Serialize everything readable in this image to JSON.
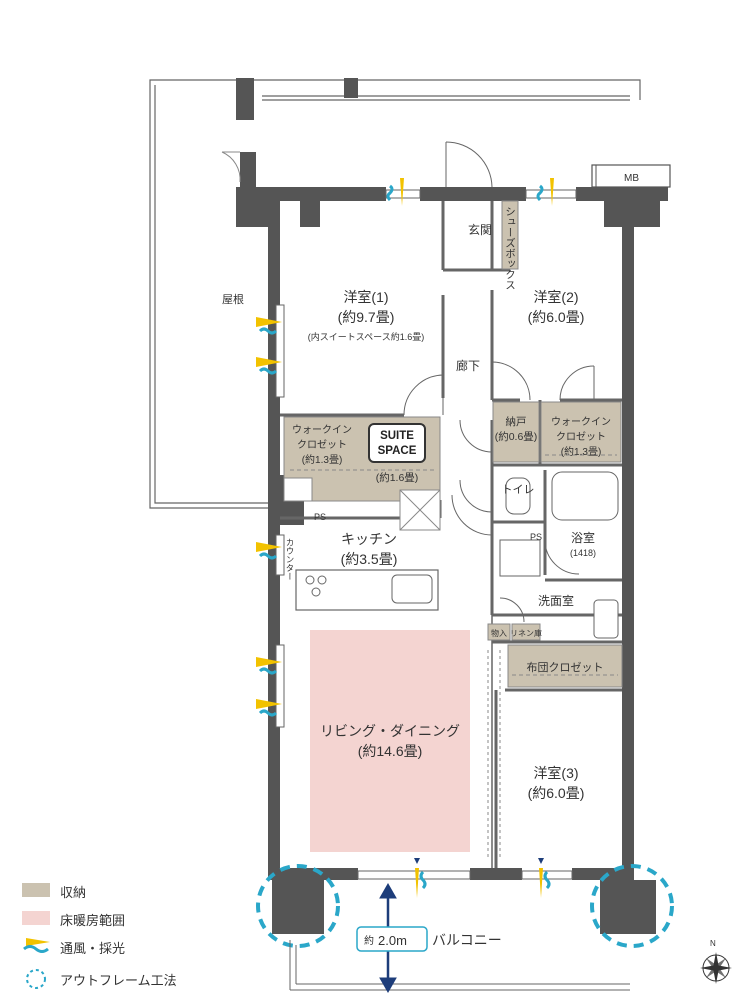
{
  "rooms": {
    "western1": {
      "name": "洋室(1)",
      "size": "(約9.7畳)",
      "note": "(内スイートスペース約1.6畳)"
    },
    "western2": {
      "name": "洋室(2)",
      "size": "(約6.0畳)"
    },
    "western3": {
      "name": "洋室(3)",
      "size": "(約6.0畳)"
    },
    "living": {
      "name": "リビング・ダイニング",
      "size": "(約14.6畳)"
    },
    "kitchen": {
      "name": "キッチン",
      "size": "(約3.5畳)"
    },
    "entrance": "玄関",
    "hallway": "廊下",
    "shoe_box": "シューズボックス",
    "wic1": {
      "name1": "ウォークイン",
      "name2": "クロゼット",
      "size": "(約1.3畳)"
    },
    "suite_space": {
      "line1": "SUITE",
      "line2": "SPACE",
      "size": "(約1.6畳)"
    },
    "storage": {
      "name": "納戸",
      "size": "(約0.6畳)"
    },
    "wic2": {
      "name1": "ウォークイン",
      "name2": "クロゼット",
      "size": "(約1.3畳)"
    },
    "toilet": "トイレ",
    "bath": {
      "name": "浴室",
      "size": "(1418)"
    },
    "washroom": "洗面室",
    "mono_ire": "物入",
    "linen": "リネン庫",
    "futon_closet": "布団クロゼット",
    "roof": "屋根",
    "counter": "カウンター",
    "ps1": "PS",
    "ps2": "PS",
    "mb": "MB",
    "balcony": "バルコニー",
    "balcony_depth": {
      "prefix": "約",
      "value": "2.0m"
    }
  },
  "legend": [
    {
      "label": "収納",
      "color": "#cbc2b0"
    },
    {
      "label": "床暖房範囲",
      "color": "#f4d4d1"
    },
    {
      "label": "通風・採光",
      "icon": "wind-light-icon"
    },
    {
      "label": "アウトフレーム工法",
      "icon": "dashed-circle-icon"
    }
  ],
  "compass": "N",
  "colors": {
    "wall": "#555555",
    "storage": "#cbc2b0",
    "floor_heating": "#f4d4d1",
    "accent_blue": "#2aa7c9",
    "accent_yellow": "#f2c200",
    "navy": "#1d3d7a"
  }
}
